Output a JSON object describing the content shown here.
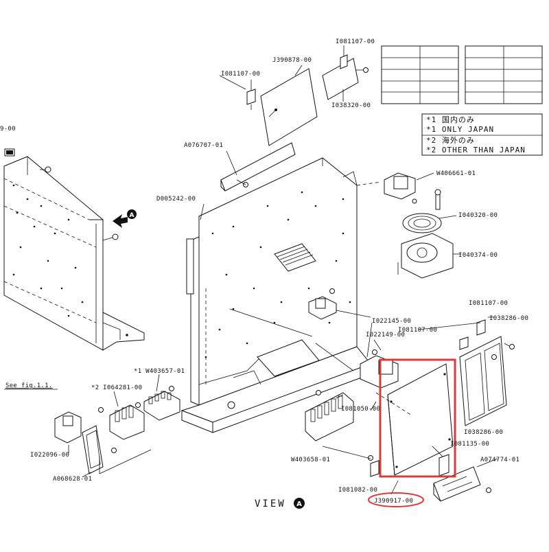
{
  "labels": {
    "i081107_top": "I081107-00",
    "j390878": "J390878-00",
    "i081107_left": "I081107-00",
    "i038320": "I038320-00",
    "a076707": "A076707-01",
    "d005242": "D005242-00",
    "w406661": "W406661-01",
    "i040320": "I040320-00",
    "i040374": "I040374-00",
    "i081107_right": "I081107-00",
    "i038286_top": "I038286-00",
    "i022145": "I022145-00",
    "i022149": "I022149-00",
    "i081107_mid": "I081107-00",
    "w403657": "*1 W403657-01",
    "i064281": "*2 I064281-00",
    "see_fig": "See fig.1.1.",
    "i081050": "I081050-00",
    "i038286_bottom": "I038286-00",
    "i081135": "I081135-00",
    "a074774": "A074774-01",
    "i022096": "I022096-00",
    "w403658": "W403658-01",
    "a068628": "A068628-01",
    "i081082": "I081082-00",
    "j390917": "J390917-00",
    "partial_left": "9-00"
  },
  "notes": {
    "n1_jp": "*1 国内のみ",
    "n1_en": "*1 ONLY JAPAN",
    "n2_jp": "*2 海外のみ",
    "n2_en": "*2 OTHER THAN JAPAN"
  },
  "view": {
    "text": "VIEW",
    "marker": "A"
  },
  "arrow_marker": "A",
  "colors": {
    "highlight_rect": "#d93a3a",
    "highlight_oval": "#d93a3a",
    "line": "#111111"
  }
}
